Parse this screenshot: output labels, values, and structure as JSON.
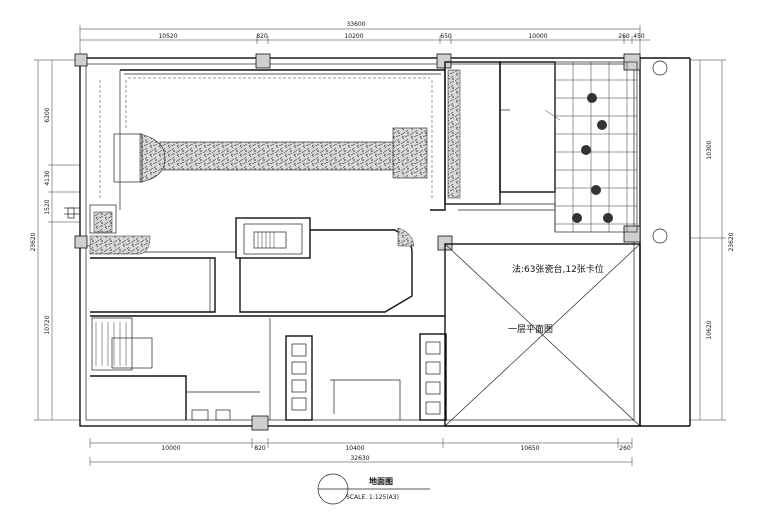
{
  "dimensions": {
    "top_total": "33600",
    "top_segments": [
      "10520",
      "820",
      "10200",
      "650",
      "10000",
      "260",
      "450"
    ],
    "bottom_total": "32630",
    "bottom_segments": [
      "10000",
      "820",
      "10400",
      "10650",
      "260"
    ],
    "left_total": "23620",
    "left_segments": [
      "6200",
      "4130",
      "1520",
      "10720"
    ],
    "right_total": "23620",
    "right_segments": [
      "10300",
      "10620"
    ]
  },
  "notes": {
    "slab_note": "法:63张瓷台,12张卡位",
    "lower_plan_note": "一层平面图"
  },
  "title_block": {
    "title": "地面图",
    "scale": "SCALE.   1:125(A3)"
  }
}
